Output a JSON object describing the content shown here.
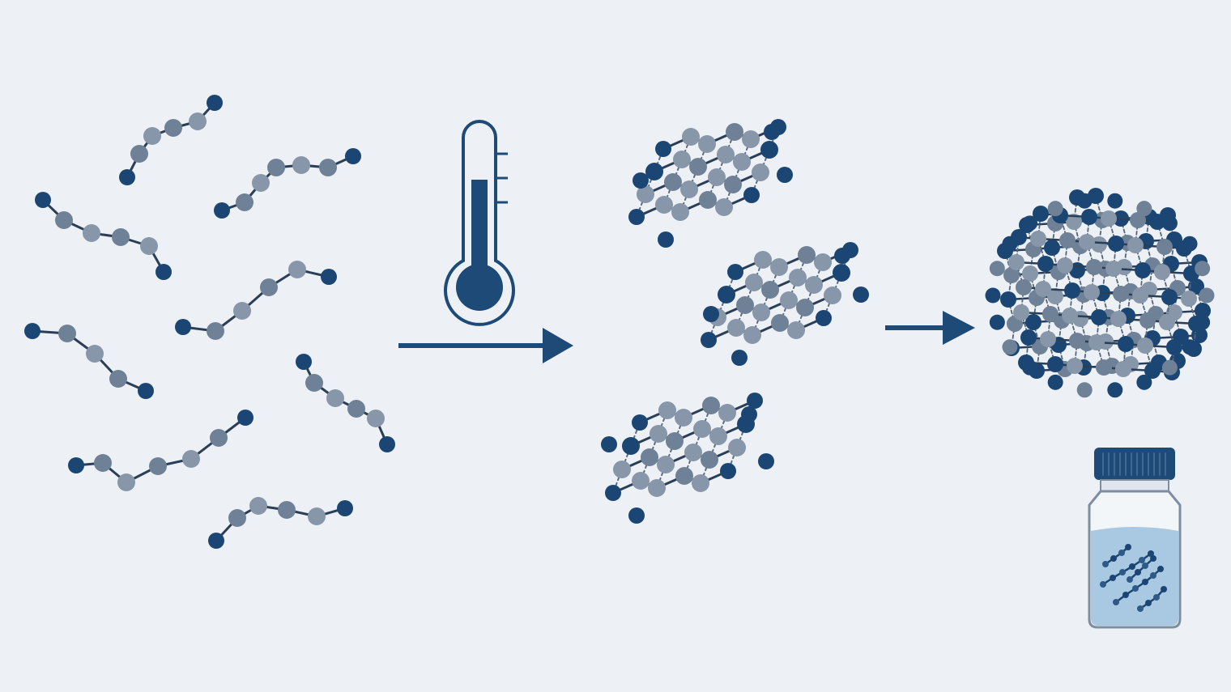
{
  "diagram": {
    "stages": [
      {
        "id": "free-chains",
        "label": ""
      },
      {
        "id": "heating",
        "label": ""
      },
      {
        "id": "folded-lamellae",
        "label": ""
      },
      {
        "id": "aggregate",
        "label": ""
      },
      {
        "id": "dispersion-vial",
        "label": ""
      }
    ],
    "icons": [
      "thermometer-icon",
      "arrow-right-icon",
      "vial-icon"
    ],
    "colors": {
      "background": "#edf1f5",
      "dark_bead": "#1b4673",
      "grey_bead": "#6f8196",
      "light_bead": "#8796a8",
      "bond": "#2a3f57",
      "accent": "#1e4a78",
      "vial_liquid": "#a9c8e2",
      "vial_glass": "#f3f6f9"
    }
  }
}
